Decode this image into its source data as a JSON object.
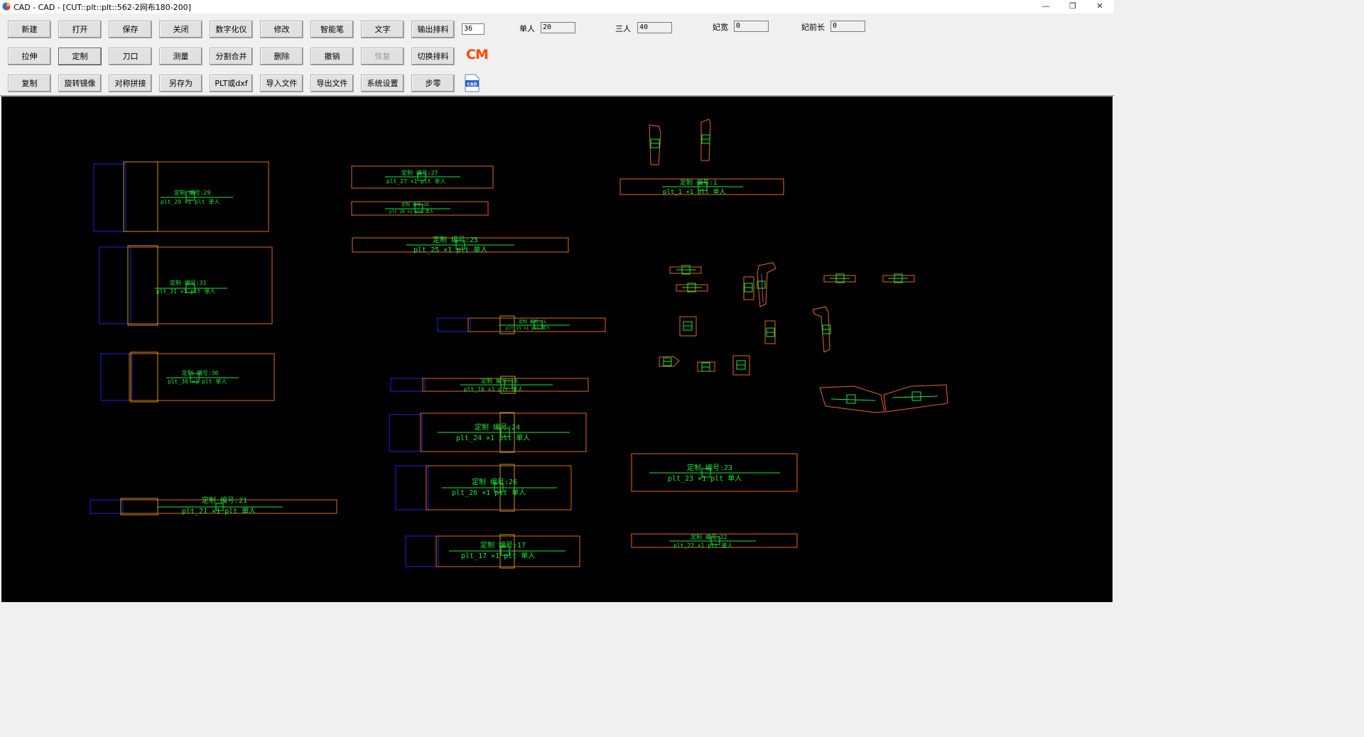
{
  "window": {
    "title": "CAD - CAD - [CUT::plt::plt::562-2网布180-200]",
    "minimize_glyph": "—",
    "restore_glyph": "❐",
    "close_glyph": "✕"
  },
  "toolbar": {
    "row1": [
      "新建",
      "打开",
      "保存",
      "关闭",
      "数字化仪",
      "修改",
      "智能笔",
      "文字",
      "输出排料"
    ],
    "row2": [
      "拉伸",
      "定制",
      "刀口",
      "测量",
      "分割合并",
      "删除",
      "撤销",
      "恢复",
      "切换排料"
    ],
    "row3": [
      "复制",
      "旋转镜像",
      "对称拼接",
      "另存为",
      "PLT或dxf",
      "导入文件",
      "导出文件",
      "系统设置",
      "步零"
    ],
    "count_value": "36",
    "cm_logo": "CM",
    "cad_icon_label": "CAD"
  },
  "params": {
    "single_label": "单人",
    "single_value": "20",
    "triple_label": "三人",
    "triple_value": "40",
    "width_label": "妃宽",
    "width_value": "0",
    "front_label": "妃前长",
    "front_value": "0"
  },
  "pieces": [
    {
      "id": "29",
      "caption1": "定制 编号:29",
      "caption2": "plt_29 ×1 plt  单人"
    },
    {
      "id": "31",
      "caption1": "定制 编号:31",
      "caption2": "plt_31 ×1 plt  单人"
    },
    {
      "id": "30",
      "caption1": "定制 编号:30",
      "caption2": "plt_30 ×1 plt  单人"
    },
    {
      "id": "21",
      "caption1": "定制 编号:21",
      "caption2": "plt_21 ×1 plt  单人"
    },
    {
      "id": "27",
      "caption1": "定制 编号:27",
      "caption2": "plt_27 ×1 plt  单人"
    },
    {
      "id": "28",
      "caption1": "定制 编号:28",
      "caption2": "plt_28 ×1 plt  单人"
    },
    {
      "id": "25",
      "caption1": "定制 编号:25",
      "caption2": "plt_25 ×1 plt  单人"
    },
    {
      "id": "15",
      "caption1": "定制 编号:15",
      "caption2": "plt_15 ×1 plt  单人"
    },
    {
      "id": "16",
      "caption1": "定制 编号:16",
      "caption2": "plt_16 ×1 plt  单人"
    },
    {
      "id": "24",
      "caption1": "定制 编号:24",
      "caption2": "plt_24 ×1 plt  单人"
    },
    {
      "id": "26",
      "caption1": "定制 编号:26",
      "caption2": "plt_26 ×1 plt  单人"
    },
    {
      "id": "17",
      "caption1": "定制 编号:17",
      "caption2": "plt_17 ×1 plt  单人"
    },
    {
      "id": "1",
      "caption1": "定制 编号:1",
      "caption2": "plt_1 ×1 plt  单人"
    },
    {
      "id": "23",
      "caption1": "定制 编号:23",
      "caption2": "plt_23 ×1 plt  单人"
    },
    {
      "id": "22",
      "caption1": "定制 编号:22",
      "caption2": "plt_22 ×1 plt  单人"
    }
  ],
  "colors": {
    "outline": "#e06a1a",
    "seam": "#c89a18",
    "blue": "#2222d8",
    "label": "#19e83a"
  }
}
